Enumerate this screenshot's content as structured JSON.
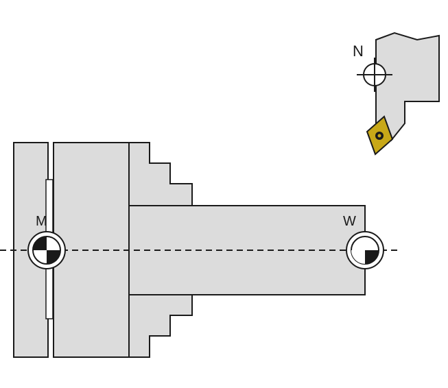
{
  "labels": {
    "machine_zero": "M",
    "workpiece_zero": "W",
    "tool_reference": "N"
  },
  "colors": {
    "part_fill": "#dcdcdc",
    "outline": "#1a1a1a",
    "insert_fill": "#c8a818",
    "background": "#ffffff"
  }
}
